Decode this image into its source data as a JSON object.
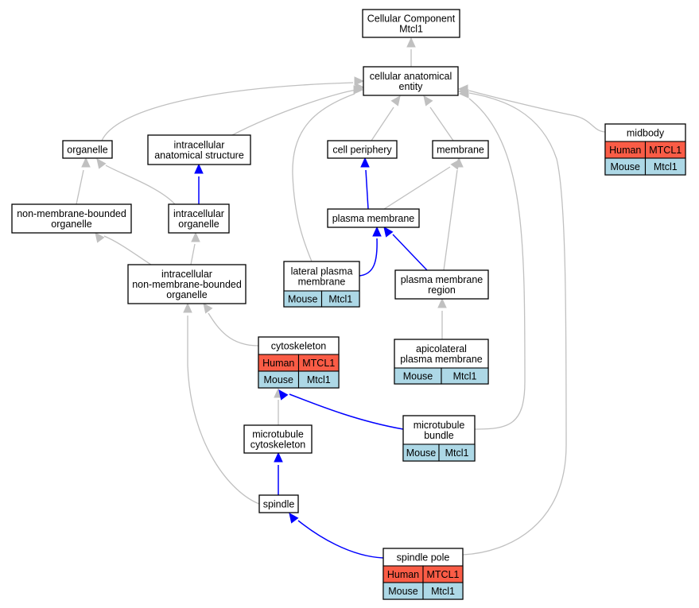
{
  "colors": {
    "is_a_edge": "#c0c0c0",
    "part_of_edge": "#0000ff",
    "human_cell": "#fa5c46",
    "mouse_cell": "#add8e6"
  },
  "nodes": {
    "root": {
      "lines": [
        "Cellular Component",
        "Mtcl1"
      ]
    },
    "cellular_anatomical_entity": {
      "lines": [
        "cellular anatomical",
        "entity"
      ]
    },
    "organelle": {
      "lines": [
        "organelle"
      ]
    },
    "intracellular_anatomical_structure": {
      "lines": [
        "intracellular",
        "anatomical structure"
      ]
    },
    "cell_periphery": {
      "lines": [
        "cell periphery"
      ]
    },
    "membrane": {
      "lines": [
        "membrane"
      ]
    },
    "midbody": {
      "lines": [
        "midbody"
      ],
      "rows": [
        [
          "Human",
          "MTCL1"
        ],
        [
          "Mouse",
          "Mtcl1"
        ]
      ]
    },
    "non_membrane_bounded_organelle": {
      "lines": [
        "non-membrane-bounded",
        "organelle"
      ]
    },
    "intracellular_organelle": {
      "lines": [
        "intracellular",
        "organelle"
      ]
    },
    "plasma_membrane": {
      "lines": [
        "plasma membrane"
      ]
    },
    "intracellular_non_membrane_bounded_organelle": {
      "lines": [
        "intracellular",
        "non-membrane-bounded",
        "organelle"
      ]
    },
    "lateral_plasma_membrane": {
      "lines": [
        "lateral plasma",
        "membrane"
      ],
      "rows": [
        [
          "Mouse",
          "Mtcl1"
        ]
      ]
    },
    "plasma_membrane_region": {
      "lines": [
        "plasma membrane",
        "region"
      ]
    },
    "cytoskeleton": {
      "lines": [
        "cytoskeleton"
      ],
      "rows": [
        [
          "Human",
          "MTCL1"
        ],
        [
          "Mouse",
          "Mtcl1"
        ]
      ]
    },
    "apicolateral_plasma_membrane": {
      "lines": [
        "apicolateral",
        "plasma membrane"
      ],
      "rows": [
        [
          "Mouse",
          "Mtcl1"
        ]
      ]
    },
    "microtubule_cytoskeleton": {
      "lines": [
        "microtubule",
        "cytoskeleton"
      ]
    },
    "microtubule_bundle": {
      "lines": [
        "microtubule",
        "bundle"
      ],
      "rows": [
        [
          "Mouse",
          "Mtcl1"
        ]
      ]
    },
    "spindle": {
      "lines": [
        "spindle"
      ]
    },
    "spindle_pole": {
      "lines": [
        "spindle pole"
      ],
      "rows": [
        [
          "Human",
          "MTCL1"
        ],
        [
          "Mouse",
          "Mtcl1"
        ]
      ]
    }
  },
  "edges": [
    {
      "from": "cellular_anatomical_entity",
      "to": "root",
      "kind": "is_a"
    },
    {
      "from": "organelle",
      "to": "cellular_anatomical_entity",
      "kind": "is_a"
    },
    {
      "from": "intracellular_anatomical_structure",
      "to": "cellular_anatomical_entity",
      "kind": "is_a"
    },
    {
      "from": "cell_periphery",
      "to": "cellular_anatomical_entity",
      "kind": "is_a"
    },
    {
      "from": "membrane",
      "to": "cellular_anatomical_entity",
      "kind": "is_a"
    },
    {
      "from": "midbody",
      "to": "cellular_anatomical_entity",
      "kind": "is_a"
    },
    {
      "from": "lateral_plasma_membrane",
      "to": "cellular_anatomical_entity",
      "kind": "is_a"
    },
    {
      "from": "microtubule_bundle",
      "to": "cellular_anatomical_entity",
      "kind": "is_a"
    },
    {
      "from": "spindle_pole",
      "to": "cellular_anatomical_entity",
      "kind": "is_a"
    },
    {
      "from": "non_membrane_bounded_organelle",
      "to": "organelle",
      "kind": "is_a"
    },
    {
      "from": "intracellular_organelle",
      "to": "organelle",
      "kind": "is_a"
    },
    {
      "from": "intracellular_organelle",
      "to": "intracellular_anatomical_structure",
      "kind": "part_of"
    },
    {
      "from": "plasma_membrane",
      "to": "cell_periphery",
      "kind": "part_of"
    },
    {
      "from": "plasma_membrane",
      "to": "membrane",
      "kind": "is_a"
    },
    {
      "from": "plasma_membrane_region",
      "to": "membrane",
      "kind": "is_a"
    },
    {
      "from": "intracellular_non_membrane_bounded_organelle",
      "to": "non_membrane_bounded_organelle",
      "kind": "is_a"
    },
    {
      "from": "intracellular_non_membrane_bounded_organelle",
      "to": "intracellular_organelle",
      "kind": "is_a"
    },
    {
      "from": "lateral_plasma_membrane",
      "to": "plasma_membrane",
      "kind": "part_of"
    },
    {
      "from": "plasma_membrane_region",
      "to": "plasma_membrane",
      "kind": "part_of"
    },
    {
      "from": "apicolateral_plasma_membrane",
      "to": "plasma_membrane_region",
      "kind": "is_a"
    },
    {
      "from": "cytoskeleton",
      "to": "intracellular_non_membrane_bounded_organelle",
      "kind": "is_a"
    },
    {
      "from": "spindle",
      "to": "intracellular_non_membrane_bounded_organelle",
      "kind": "is_a"
    },
    {
      "from": "microtubule_cytoskeleton",
      "to": "cytoskeleton",
      "kind": "is_a"
    },
    {
      "from": "microtubule_bundle",
      "to": "cytoskeleton",
      "kind": "part_of"
    },
    {
      "from": "spindle",
      "to": "microtubule_cytoskeleton",
      "kind": "part_of"
    },
    {
      "from": "spindle_pole",
      "to": "spindle",
      "kind": "part_of"
    }
  ]
}
